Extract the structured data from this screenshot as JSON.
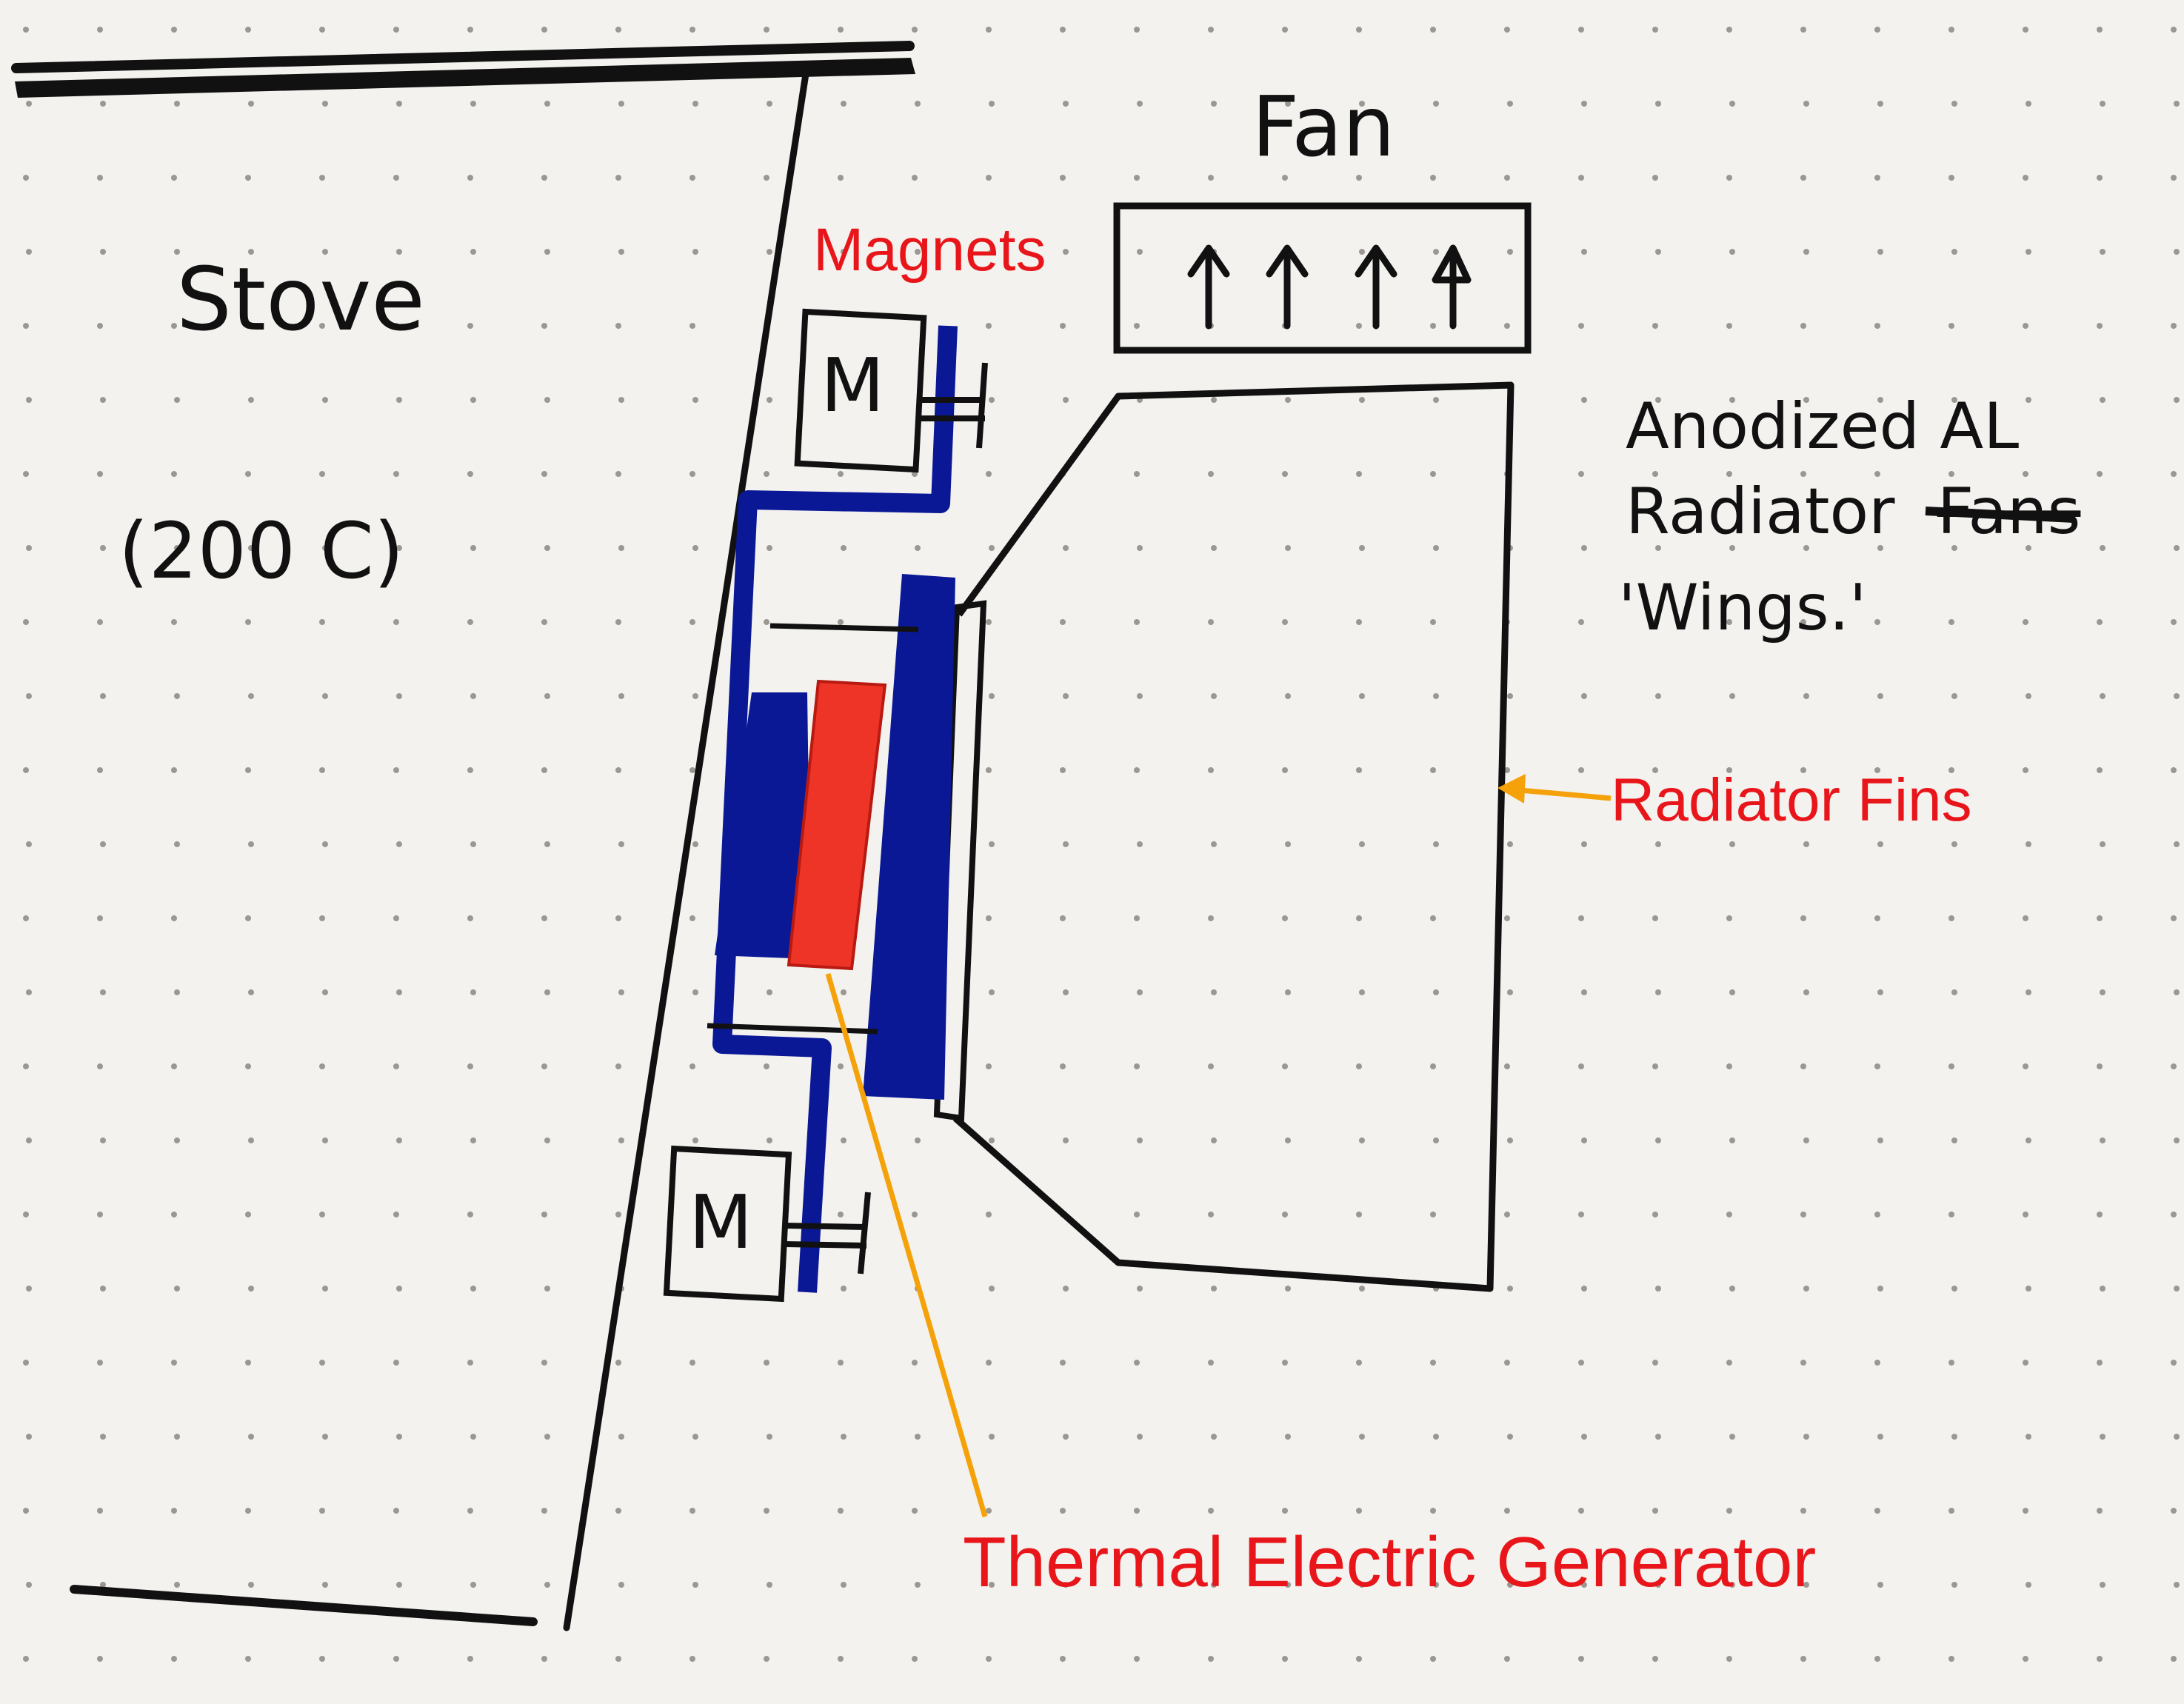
{
  "notebook_text": {
    "stove": "Stove",
    "stove_temp": "(200 C)",
    "fan": "Fan",
    "magnet_symbol": "M",
    "note_line1": "Anodized AL",
    "note_line2_prefix": "Radiator",
    "note_line2_struck": "Fans",
    "note_line3": "'Wings.'"
  },
  "callouts": {
    "magnets": "Magnets",
    "radiator_fins": "Radiator Fins",
    "teg": "Thermal Electric Generator"
  },
  "colors": {
    "paper": "#f4f2ee",
    "ink": "#111111",
    "blue_ink": "#0a1896",
    "red_fill": "#ee3327",
    "label_red": "#e8161b",
    "leader_orange": "#f5a20a"
  }
}
